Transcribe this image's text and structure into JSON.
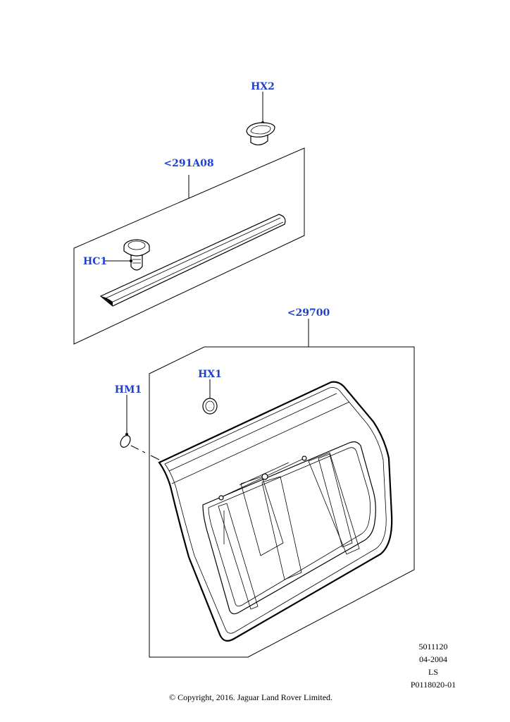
{
  "callouts": {
    "hx2": "HX2",
    "ref_291a08": "<291A08",
    "hc1": "HC1",
    "ref_29700": "<29700",
    "hm1": "HM1",
    "hx1": "HX1"
  },
  "meta": {
    "line1": "5011120",
    "line2": "04-2004",
    "line3": "LS",
    "line4": "P0118020-01"
  },
  "copyright": "© Copyright, 2016. Jaguar Land Rover Limited.",
  "colors": {
    "callout": "#1f3fd1",
    "line": "#000000",
    "background": "#ffffff"
  }
}
